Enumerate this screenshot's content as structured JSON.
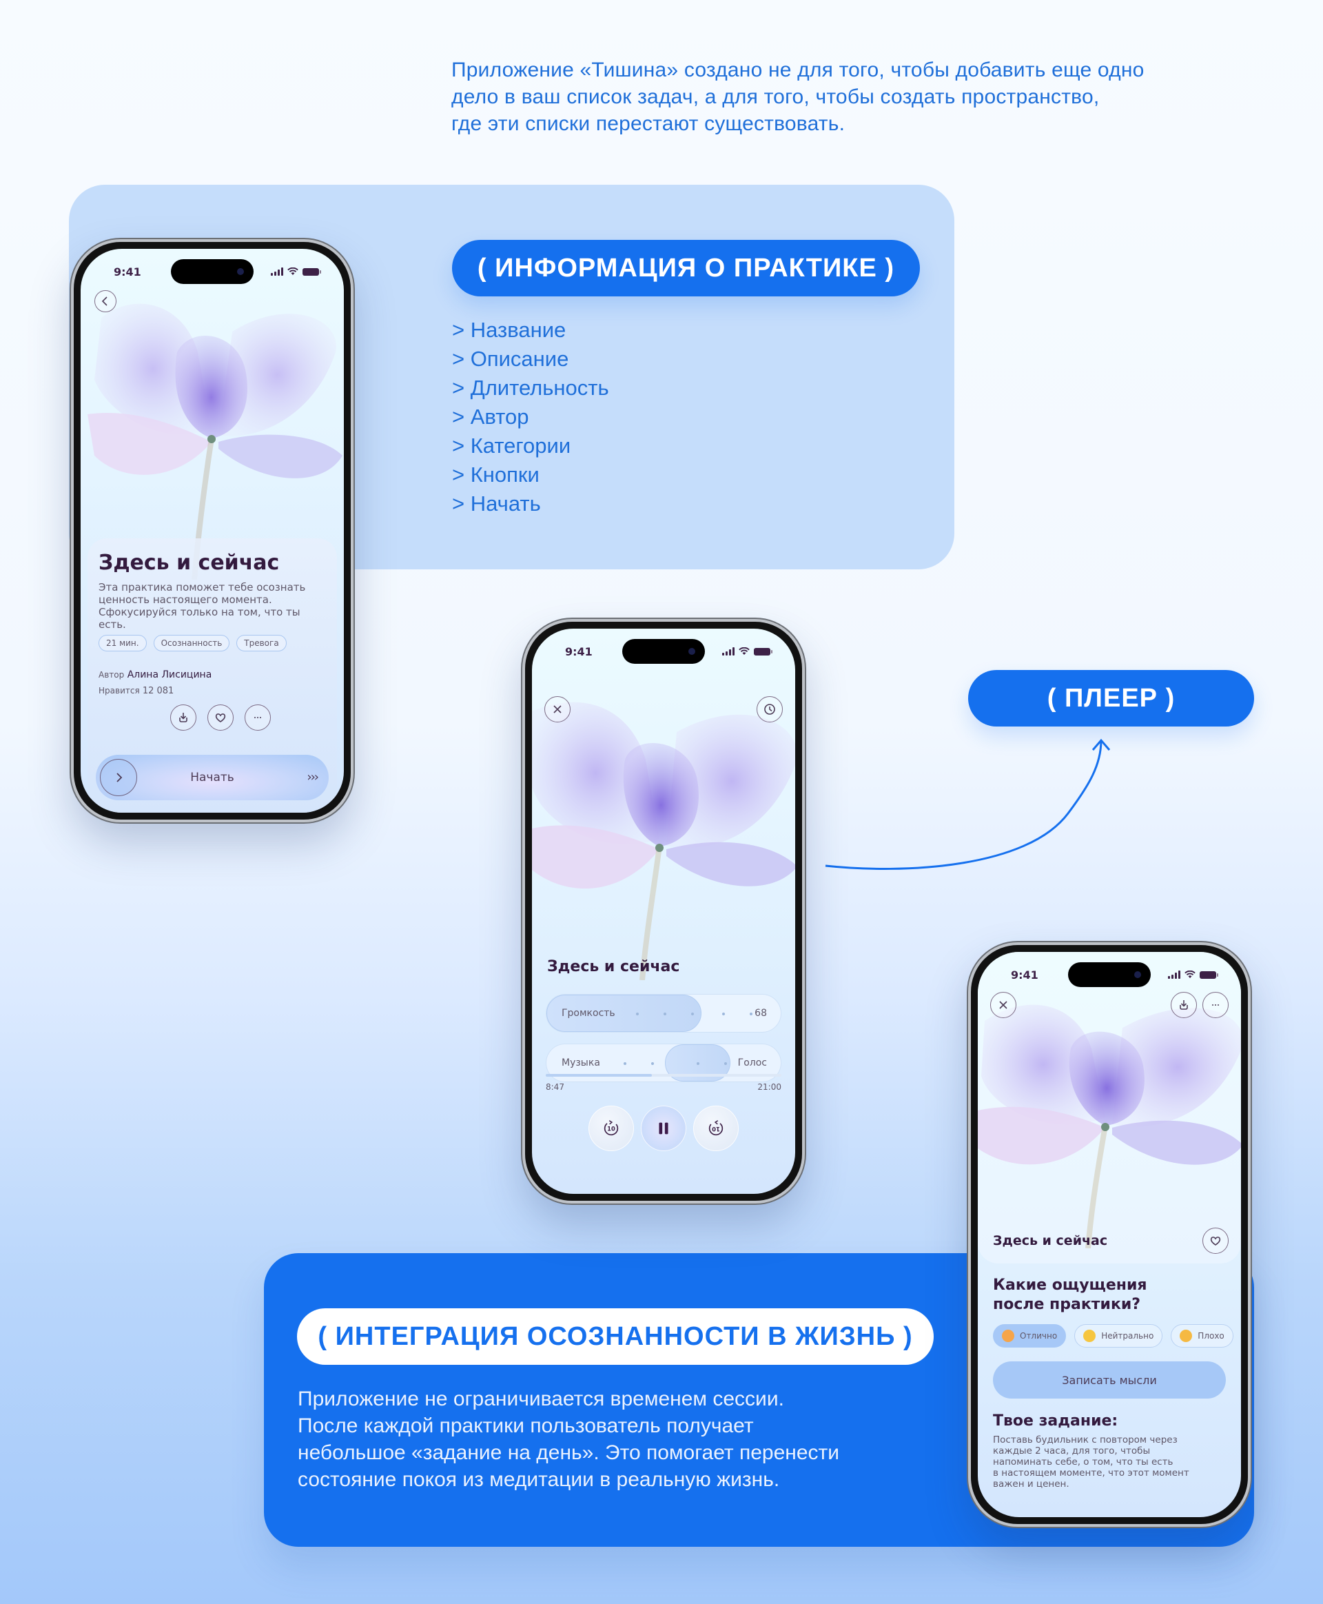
{
  "intro": {
    "lines": [
      "Приложение «Тишина» создано не для того, чтобы добавить еще одно",
      "дело в ваш список задач, а для того, чтобы создать пространство,",
      "где эти списки перестают существовать."
    ]
  },
  "colors": {
    "accent": "#1570ee",
    "panel_light": "#c5ddfb",
    "text_dark": "#331a3e",
    "text_blue": "#1f6fd9"
  },
  "info_section": {
    "pill_label": "( ИНФОРМАЦИЯ О ПРАКТИКЕ )",
    "items": [
      "> Название",
      "> Описание",
      "> Длительность",
      "> Автор",
      "> Категории",
      "> Кнопки",
      "> Начать"
    ]
  },
  "player_section": {
    "pill_label": "( ПЛЕЕР )"
  },
  "integration_section": {
    "pill_label": "( ИНТЕГРАЦИЯ ОСОЗНАННОСТИ В ЖИЗНЬ )",
    "lines": [
      "Приложение не ограничивается временем сессии.",
      "После каждой практики пользователь получает",
      "небольшое «задание на день». Это помогает перенести",
      "состояние покоя из медитации в реальную жизнь."
    ]
  },
  "status_bar": {
    "time": "9:41"
  },
  "phone_info": {
    "back_icon": "chevron-left-icon",
    "title": "Здесь и сейчас",
    "description": "Эта практика поможет тебе осознать ценность настоящего момента. Сфокусируйся только на том, что ты есть.",
    "tags": [
      "21 мин.",
      "Осознанность",
      "Тревога"
    ],
    "author_label": "Автор",
    "author_name": "Алина Лисицина",
    "likes_label": "Нравится",
    "likes_count": "12 081",
    "actions": [
      "download-icon",
      "heart-icon",
      "more-icon"
    ],
    "start_label": "Начать",
    "start_chevrons": "›››"
  },
  "phone_player": {
    "close_icon": "close-icon",
    "timer_icon": "clock-icon",
    "title": "Здесь и сейчас",
    "volume_label": "Громкость",
    "volume_value": "68",
    "mix_left_label": "Музыка",
    "mix_right_label": "Голос",
    "elapsed": "8:47",
    "duration": "21:00",
    "progress_percent": 45,
    "rewind_label": "10",
    "forward_label": "10"
  },
  "phone_feedback": {
    "title": "Здесь и сейчас",
    "question": "Какие ощущения после практики?",
    "question_lines": [
      "Какие ощущения",
      "после практики?"
    ],
    "moods": [
      {
        "label": "Отлично",
        "emoji": "smiling-face-with-hearts",
        "active": true
      },
      {
        "label": "Нейтрально",
        "emoji": "neutral-face",
        "active": false
      },
      {
        "label": "Плохо",
        "emoji": "pensive-face",
        "active": false
      }
    ],
    "write_button": "Записать мысли",
    "task_title": "Твое задание:",
    "task_lines": [
      "Поставь будильник с повтором через",
      "каждые 2 часа, для того, чтобы",
      "напоминать себе, о том, что ты есть",
      "в настоящем моменте, что этот момент",
      "важен и ценен."
    ]
  }
}
